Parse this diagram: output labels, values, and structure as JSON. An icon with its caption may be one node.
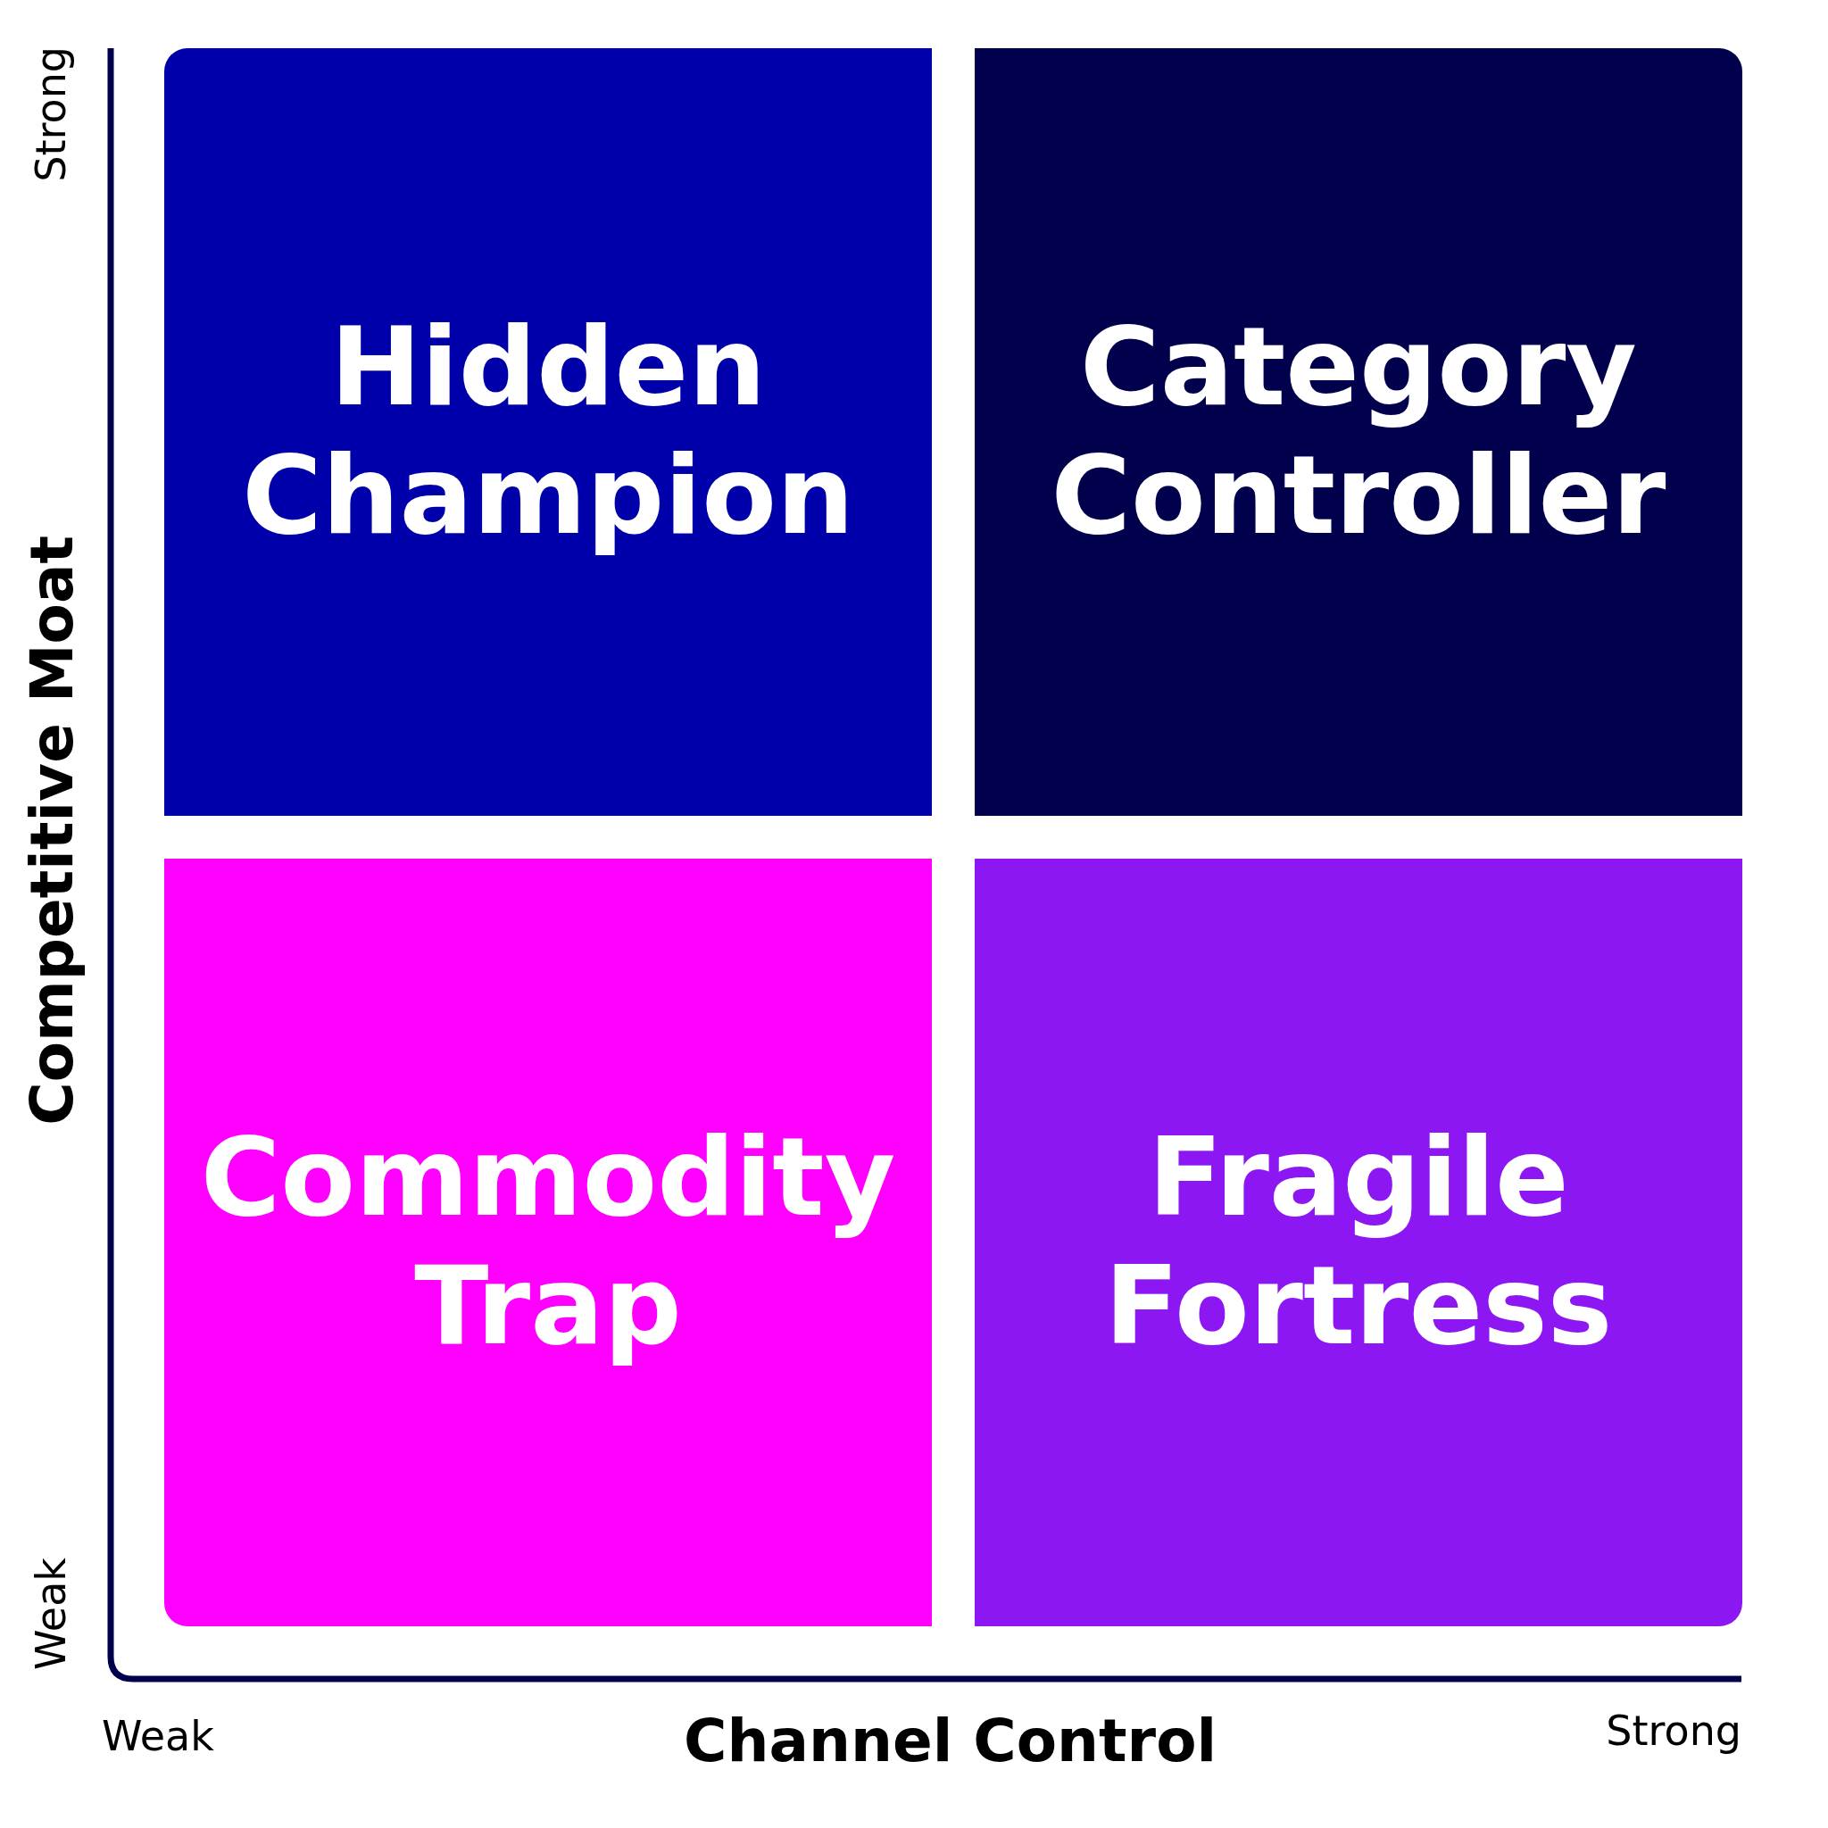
{
  "diagram": {
    "nodes": [
      {
        "text": [
          "Hidden Champion"
        ]
      },
      {
        "text": [
          "Category Controller"
        ]
      },
      {
        "text": [
          "Commodity Trap"
        ]
      },
      {
        "text": [
          "Fragile Fortress"
        ]
      }
    ],
    "labels": [
      "Strong",
      "Competitive Moat",
      "Weak",
      "Weak",
      "Channel Control",
      "Strong"
    ]
  }
}
